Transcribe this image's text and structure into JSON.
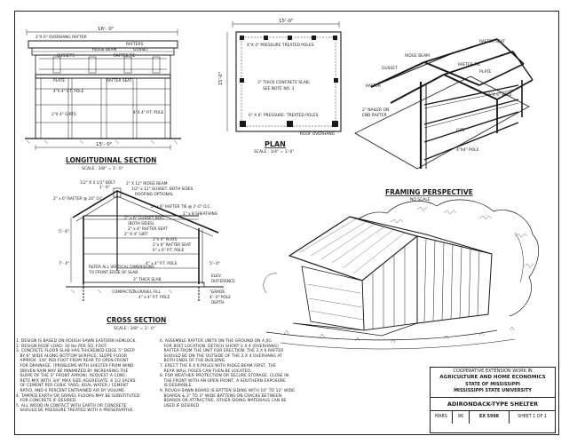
{
  "longitudinal": {
    "title": "LONGITUDINAL  SECTION",
    "scale": "SCALE : 3/8\" = 1'- 0\"",
    "top_dim": "16'- 0\"",
    "bottom_dim": "15'- 0\"",
    "labels": {
      "overhang": "2\"X 6\" OVERHANG RAFTER",
      "rafters": "RAFTERS",
      "ridge_beam": "RIDGE BEAM",
      "gusset": "GUSSET",
      "gusset2": "GUSSETS",
      "rafter_tie": "RAFTER TIE",
      "plate": "PLATE",
      "rafter_seat": "RAFTER SEAT",
      "pole": "4\"X 4\" P.T. POLE",
      "girts": "2\"X 4\" GIRTS",
      "pole2": "4\"X 4\" P.T. POLE"
    }
  },
  "plan": {
    "title": "PLAN",
    "scale": "SCALE : 1/4\" = 1'-0\"",
    "top_dim": "15'-0\"",
    "side_dim": "15'-0\"",
    "labels": {
      "top_pole": "4\"X 4\" PRESSURE TREATED POLES",
      "slab": "3\" THICK CONCRETE SLAB;",
      "slab_note": "SEE NOTE NO. 3",
      "bottom_pole": "6\" X 6\" PRESSURE- TREATED POLES",
      "roof_overhang": "ROOF OVERHANG"
    }
  },
  "perspective": {
    "title": "FRAMING  PERSPECTIVE",
    "scale": "NO SCALE",
    "labels": {
      "ridge_beam": "RIDGE BEAM",
      "rafter_seat": "RAFTER SEAT",
      "rafter_tie": "RAFTER TIE",
      "gusset": "GUSSET",
      "rafter": "RAFTER",
      "nailer": "2\" NAILER ON",
      "nailer2": "END RAFTER",
      "plate": "PLATE",
      "pole_6x6": "6\"X 6\" POLE",
      "girt": "GIRT",
      "pole_4x4": "4\"X4\" POLE"
    }
  },
  "cross": {
    "title": "CROSS  SECTION",
    "scale": "SCALE : 3/8\" = 1'- 0\"",
    "labels": {
      "bolt": "1/2\" X 4 1/2\" BOLT",
      "rafter_2x6": "2\" x 6\" RAFTER @ 24\" O.C.",
      "ridge": "2\" X 12\" RIDGE BEAM",
      "gusset": "1/2\" x 12\" GUSSET, BOTH SIDES",
      "roofing": "ROOFING OPTIONAL",
      "rafter_tie": "2\" x 6\" RAFTER TIE @ 2'-0\" O.C.",
      "sheathing": "1\" x 8 SHEATHING",
      "gusset_bolt": "2\" x 6\" GUSSET BOLT",
      "both_sides": "(BOTH SIDES)",
      "rafter_seat": "2\" x 4\" RAFTER SEAT",
      "girt": "2\" X 4\" GIRT",
      "plate": "2\"x 4\" PLATE",
      "rafter_seat2": "2\"x 6\" RAFTER SEAT",
      "pt_pole": "6\" x 6\" P.T. POLE",
      "pt_pole2": "4\" x 4\" P.T. POLE",
      "refer": "REFER ALL VERTICAL DIMENSIONS",
      "refer2": "TO FRONT EDGE OF SLAB",
      "slab": "3\" THICK SLAB",
      "gravel": "COMPACTED GRAVEL FILL",
      "grade": "4\" x 4\" P.T. POLE",
      "elev": "ELEV.",
      "difference": "DIFFERENCE",
      "grade_word": "GRADE",
      "pole_depth": "4'- 0\" POLE",
      "depth": "DEPTH",
      "dim_top": "1'- 6\"",
      "dim_left": "5'- 6\"",
      "dim_mid": "7'- 4\"",
      "dim_bottom": "5'- 0\""
    }
  },
  "notes_left": [
    "1. DESIGN IS BASED ON ROUGH SAWN EASTERN HEMLOCK.",
    "2. DESIGN ROOF LOAD: 30 lbs PER SQ. FOOT.",
    "3. CONCRETE FLOOR SLAB HAS THICKENED EDGE 5\" DEEP",
    "   BY 6\" WIDE ALONG BOTTOM SURFACE. SLOPE FLOOR",
    "   APPROX. 1/8\" PER FOOT FROM REAR TO OPEN FRONT",
    "   FOR DRAINAGE. (PROBLEMS WITH SHELTER FROM WIND",
    "   DRIVEN RAIN MAY BE MINIMIZED BY INCREASING THE",
    "   SLOPE OF THE 3\" FRONT APRON). REQUEST A CONC-",
    "   RETE MIX WITH 3/4\" MAX SIZE AGGREGATE, 6 1/2 SACKS",
    "   OF CEMENT PER CUBIC YARD, 4GAL WATER / CEMENT",
    "   RATIO, AND 6 PERCENT ENTRAINED AIR BY VOLUME.",
    "4. TAMPED EARTH OR GRAVEL FLOORS MAY BE SUBSTITUTED",
    "   FOR CONCRETE IF DESIRED.",
    "5. ALL WOOD IN CONTACT WITH EARTH OR CONCRETE",
    "   SHOULD BE PRESSURE TREATED WITH A PRESERVATIVE."
  ],
  "notes_right": [
    "6. ASSEMBLE RAFTER UNITS ON THE GROUND ON A JIG",
    "   FOR BOLT LOCATION. DETACH SHORT 2 X 4 (OVERHANG)",
    "   RAFTER FROM THE UNIT FOR ERECTION. THE 2 X 6 RAFTER",
    "   SHOULD BE ON THE OUTSIDE OF THE 2 X 4 OVERHANG AT",
    "   BOTH ENDS OF THE BUILDING.",
    "7. ERECT THE 6 X 6 POLES WITH RIDGE-BEAM FIRST, THE",
    "   REAR WALL POLES CAN THEN BE LOCATED.",
    "8. FOR WEATHER PROTECTION OR SECURE STORAGE, CLOSE IN",
    "   THE FRONT WITH AN OPEN FRONT, A SOUTHERN EXPOSURE",
    "   IS DESIRABLE.",
    "9. ROUGH-SAWN BOARD IS BATTEN SIDING WITH 10\" TO 12\" WIDE",
    "   BOARDS & 2\" TO 3\" WIDE BATTENS ON CRACKS BETWEEN",
    "   BOARDS OR ATTRACTIVE, OTHER SIDING MATERIALS CAN BE",
    "   USED IF DESIRED."
  ],
  "title_block": {
    "line1": "COOPERATIVE EXTENSION WORK IN",
    "line2": "AGRICULTURE AND HOME ECONOMICS",
    "line3": "STATE OF MISSISSIPPI",
    "line4": "MISSISSIPPI STATE UNIVERSITY",
    "project": "ADIRONDACK-TYPE  SHELTER",
    "cell1": "MARS",
    "cell2": "86",
    "cell3": "EX 5998",
    "cell4": "SHEET 1 OF 1"
  }
}
